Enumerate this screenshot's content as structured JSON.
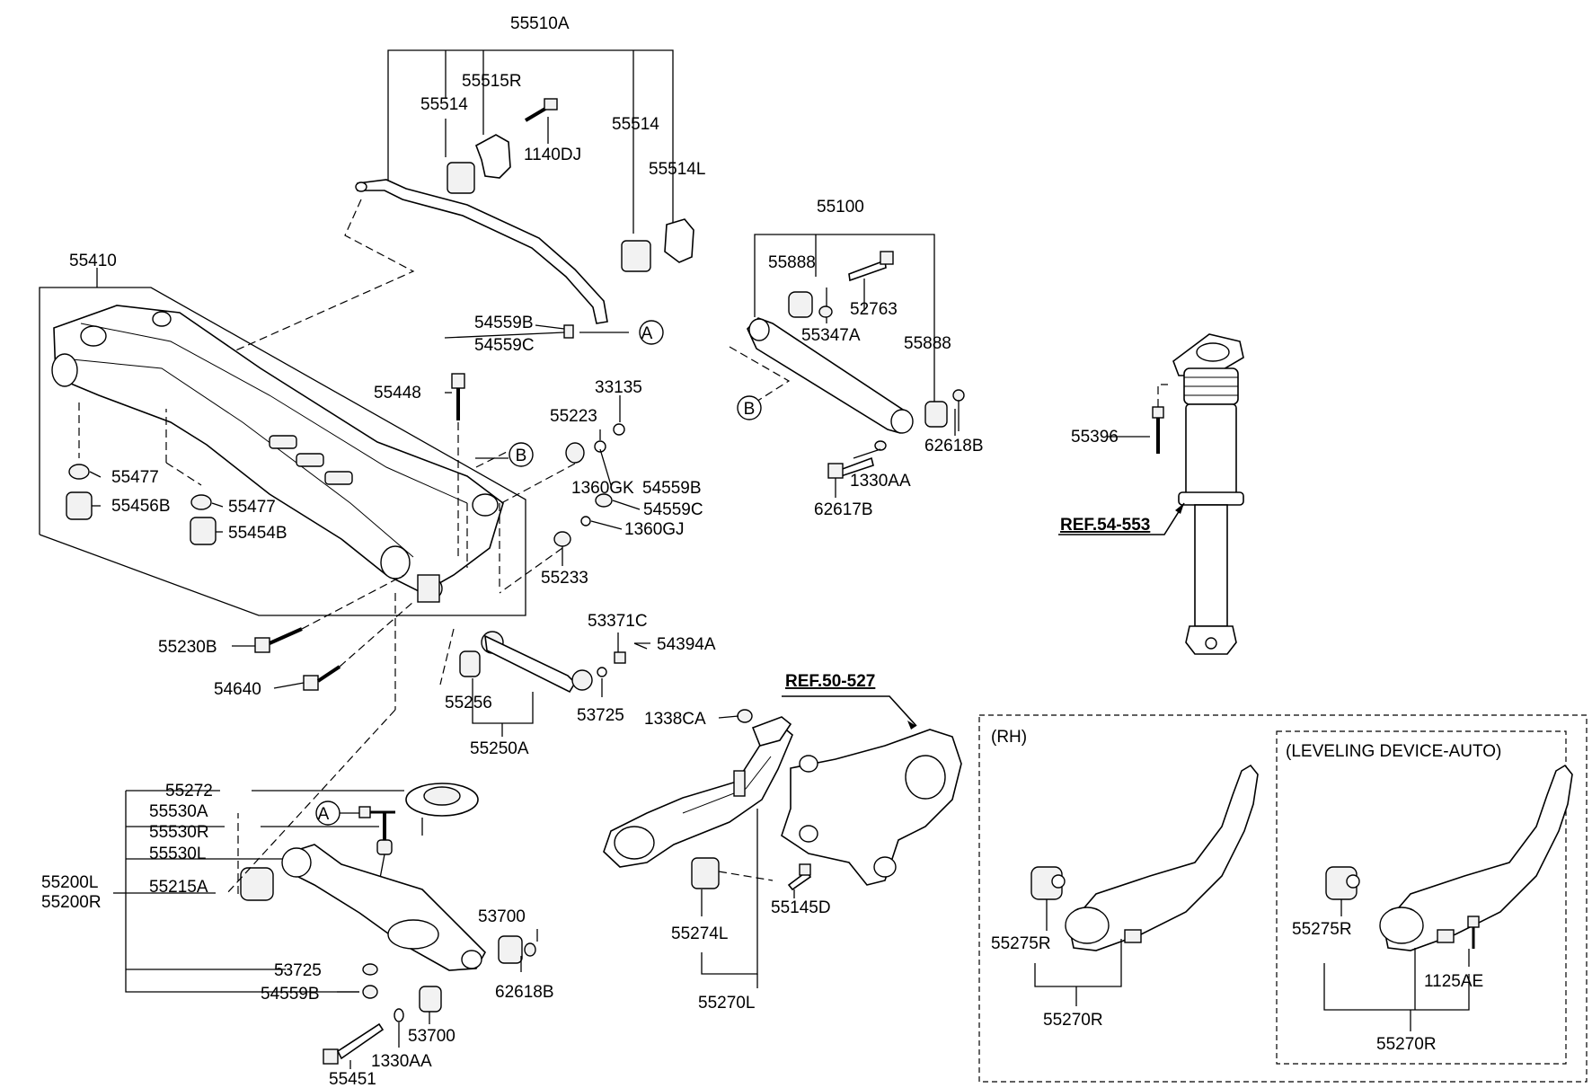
{
  "labels": {
    "l55510A": "55510A",
    "l55515R": "55515R",
    "l55514a": "55514",
    "l1140DJ": "1140DJ",
    "l55514b": "55514",
    "l55514L": "55514L",
    "l55410": "55410",
    "l54559B_top": "54559B",
    "l54559C_top": "54559C",
    "l55448": "55448",
    "l33135": "33135",
    "l55223": "55223",
    "l1360GK": "1360GK",
    "l54559B_mid": "54559B",
    "l54559C_mid": "54559C",
    "l1360GJ": "1360GJ",
    "l55233": "55233",
    "l55477a": "55477",
    "l55456B": "55456B",
    "l55477b": "55477",
    "l55454B": "55454B",
    "l55230B": "55230B",
    "l54640": "54640",
    "l53371C": "53371C",
    "l54394A": "54394A",
    "l55256": "55256",
    "l53725a": "53725",
    "l55250A": "55250A",
    "l55100": "55100",
    "l55888a": "55888",
    "l52763": "52763",
    "l55347A": "55347A",
    "l55888b": "55888",
    "l62618Ba": "62618B",
    "l1330AAa": "1330AA",
    "l62617B": "62617B",
    "l55396": "55396",
    "ref54": "REF.54-553",
    "ref50": "REF.50-527",
    "l1338CA": "1338CA",
    "l55272": "55272",
    "l55530A": "55530A",
    "l55530R": "55530R",
    "l55530L": "55530L",
    "l55200L": "55200L",
    "l55200R": "55200R",
    "l55215A": "55215A",
    "l53700a": "53700",
    "l53725b": "53725",
    "l62618Bb": "62618B",
    "l54559B_bot": "54559B",
    "l53700b": "53700",
    "l1330AAb": "1330AA",
    "l55451": "55451",
    "l55274L": "55274L",
    "l55145D": "55145D",
    "l55270L": "55270L",
    "rh": "(RH)",
    "leveling": "(LEVELING DEVICE-AUTO)",
    "l55275Ra": "55275R",
    "l55270Ra": "55270R",
    "l55275Rb": "55275R",
    "l1125AE": "1125AE",
    "l55270Rb": "55270R",
    "markerA1": "A",
    "markerA2": "A",
    "markerB1": "B",
    "markerB2": "B"
  }
}
